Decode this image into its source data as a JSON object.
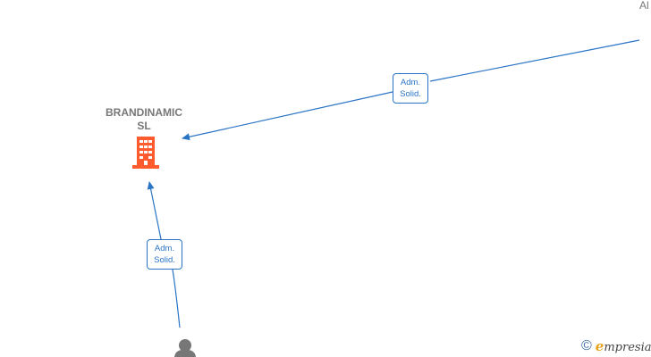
{
  "graph": {
    "partial_node_label": "Al",
    "company": {
      "name_line1": "BRANDINAMIC",
      "name_line2": "SL",
      "icon": "building-icon",
      "color": "#ff5b2e"
    },
    "person": {
      "icon": "person-icon",
      "color": "#777777"
    },
    "edges": [
      {
        "label_line1": "Adm.",
        "label_line2": "Solid."
      },
      {
        "label_line1": "Adm.",
        "label_line2": "Solid."
      }
    ],
    "edge_color": "#2a74c6"
  },
  "watermark": {
    "copyright_symbol": "©",
    "brand_initial": "e",
    "brand_rest": "mpresia"
  }
}
